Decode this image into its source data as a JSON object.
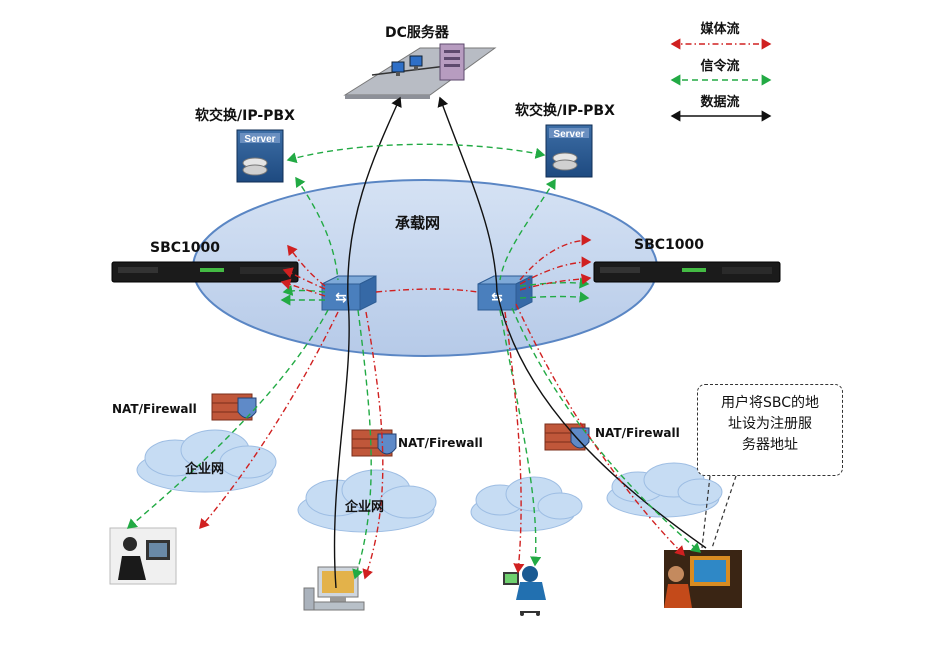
{
  "nodes": {
    "dc_server": "DC服务器",
    "softswitch_left": "软交换/IP-PBX",
    "softswitch_right": "软交换/IP-PBX",
    "server_badge_left": "Server",
    "server_badge_right": "Server",
    "bearer_network": "承载网",
    "sbc_left": "SBC1000",
    "sbc_right": "SBC1000",
    "firewall_1": "NAT/Firewall",
    "firewall_2": "NAT/Firewall",
    "firewall_3": "NAT/Firewall",
    "enterprise_net_1": "企业网",
    "enterprise_net_2": "企业网"
  },
  "legend": {
    "media_flow": "媒体流",
    "signal_flow": "信令流",
    "data_flow": "数据流"
  },
  "callout": {
    "line1": "用户将SBC的地",
    "line2": "址设为注册服",
    "line3": "务器地址"
  },
  "colors": {
    "media": "#d02020",
    "signal": "#22aa44",
    "data": "#111111",
    "ellipse_fill": "#c5d6ee",
    "ellipse_stroke": "#5a86c4",
    "cloud": "#c6dcf3"
  }
}
